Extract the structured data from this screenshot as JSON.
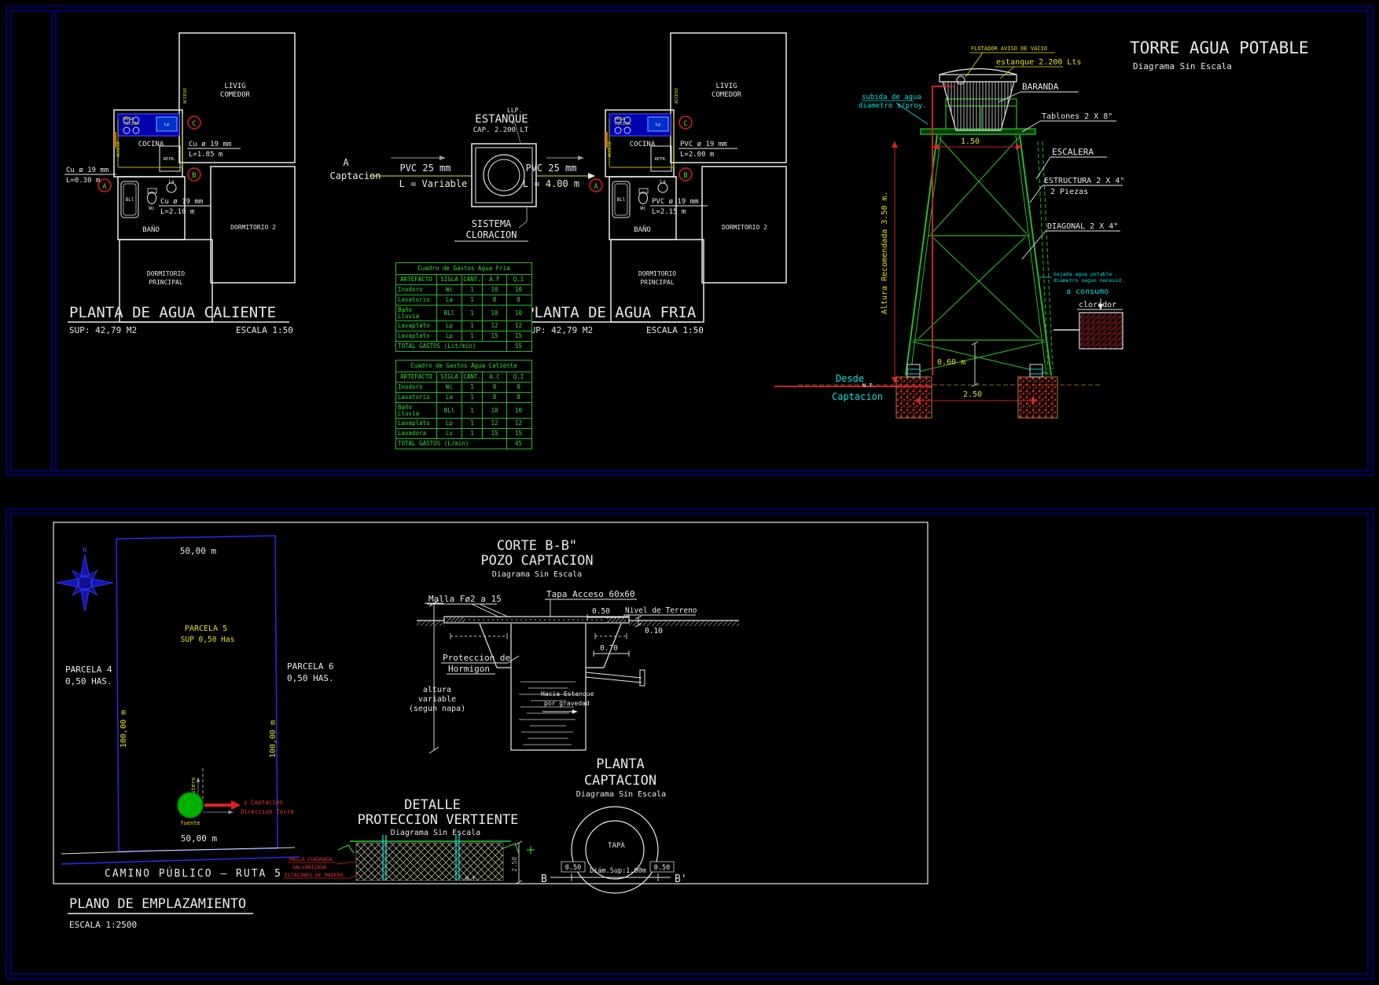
{
  "plans": {
    "caliente": {
      "title": "PLANTA DE AGUA CALIENTE",
      "sup": "SUP: 42,79 M2",
      "escala": "ESCALA 1:50",
      "rooms": {
        "living1": "LIVIG",
        "living2": "COMEDOR",
        "cocina": "COCINA",
        "bano": "BAÑO",
        "dormp1": "DORMITORIO",
        "dormp2": "PRINCIPAL",
        "dorm2": "DORMITORIO 2"
      },
      "fixtures": {
        "mesa": "MESA",
        "cocina": "COCINA",
        "refr": "REFR.",
        "wc": "Wc",
        "la": "La",
        "bll": "BLl",
        "lp": "Lp",
        "acceso": "ACCESO"
      },
      "pipes": {
        "c1": "Cu ø 19 mm",
        "c2": "L=1.85 m",
        "a1": "Cu ø 19 mm",
        "a2": "L=0.30 m",
        "b1": "Cu ø 19 mm",
        "b2": "L=2.10 m"
      },
      "nodes": {
        "a": "A",
        "b": "B",
        "c": "C"
      }
    },
    "fria": {
      "title": "PLANTA DE AGUA FRIA",
      "sup": "SUP: 42,79 M2",
      "escala": "ESCALA 1:50",
      "rooms": {
        "living1": "LIVIG",
        "living2": "COMEDOR",
        "cocina": "COCINA",
        "bano": "BAÑO",
        "dormp1": "DORMITORIO",
        "dormp2": "PRINCIPAL",
        "dorm2": "DORMITORIO 2"
      },
      "fixtures": {
        "mesa": "MESA",
        "cocina": "COCINA",
        "refr": "REFR.",
        "wc": "Wc",
        "la": "La",
        "bll": "BLl",
        "lp": "Lp",
        "acceso": "ACCESO"
      },
      "pipes": {
        "c1": "PVC ø 19 mm",
        "c2": "L=2.00 m",
        "b1": "PVC ø 19 mm",
        "b2": "L=2.15 m"
      },
      "nodes": {
        "a": "A",
        "b": "B",
        "c": "C"
      }
    }
  },
  "estanque": {
    "a": "A",
    "captacion": "Captacion",
    "pvc_l1": "PVC 25 mm",
    "pvc_l2": "L = Variable",
    "title": "ESTANQUE",
    "cap": "CAP. 2.200 LT",
    "llp": "LLP.",
    "pvc_r1": "PVC 25 mm",
    "pvc_r2": "L = 4.00 m",
    "sistema1": "SISTEMA",
    "sistema2": "CLORACION"
  },
  "tables": {
    "fria": {
      "title": "Cuadro de Gastos Agua Fria",
      "headers": [
        "ARTEFACTO",
        "SIGLA",
        "CANT.",
        "A.F",
        "Q.I"
      ],
      "rows": [
        [
          "Inodoro",
          "Wc",
          "1",
          "10",
          "10"
        ],
        [
          "Lavatorio",
          "La",
          "1",
          "8",
          "8"
        ],
        [
          "Baño Lluvia",
          "BLl",
          "1",
          "10",
          "10"
        ],
        [
          "Lavaplato",
          "Lp",
          "1",
          "12",
          "12"
        ],
        [
          "Lavaplato",
          "Lp",
          "1",
          "15",
          "15"
        ]
      ],
      "total_label": "TOTAL GASTOS (Lit/min)",
      "total": "55"
    },
    "caliente": {
      "title": "Cuadro de Gastos Agua Caliente",
      "headers": [
        "ARTEFACTO",
        "SIGLA",
        "CANT.",
        "A.C",
        "Q.I"
      ],
      "rows": [
        [
          "Inodoro",
          "Wc",
          "1",
          "0",
          "0"
        ],
        [
          "Lavatorio",
          "La",
          "1",
          "8",
          "8"
        ],
        [
          "Baño Lluvia",
          "BLl",
          "1",
          "10",
          "10"
        ],
        [
          "Lavaplato",
          "Lp",
          "1",
          "12",
          "12"
        ],
        [
          "Lavadora",
          "Lv",
          "1",
          "15",
          "15"
        ]
      ],
      "total_label": "TOTAL GASTOS (L/min)",
      "total": "45"
    }
  },
  "torre": {
    "title": "TORRE AGUA POTABLE",
    "subtitle": "Diagrama Sin Escala",
    "flotador": "FLOTADOR AVISO DE VACIO",
    "estanque": "estanque 2.200 Lts",
    "baranda": "BARANDA",
    "tablones": "Tablones 2 X 8\"",
    "escalera": "ESCALERA",
    "estructura1": "ESTRUCTURA 2 X 4\"",
    "estructura2": "2 Piezas",
    "diagonal": "DIAGONAL 2 X 4\"",
    "subida1": "subida de agua",
    "subida2": "diametro s/proy.",
    "bajada1": "bajada agua potable",
    "bajada2": "diametro segun necesid.",
    "altura": "Altura Recomendada 3.50 m.",
    "dim_150": "1.50",
    "dim_060": "0.60 m",
    "dim_250": "2.50",
    "desde": "Desde",
    "captacion": "Captacion",
    "nt": "N.T.",
    "a_consumo": "a consumo",
    "clorador": "clorador"
  },
  "pozo": {
    "t1": "CORTE B-B\"",
    "t2": "POZO CAPTACION",
    "t3": "Diagrama Sin Escala",
    "malla": "Malla Fø2 a 15",
    "tapa": "Tapa Acceso 60x60",
    "nivel": "Nivel de Terreno",
    "d050": "0.50",
    "d010": "0.10",
    "d070": "0.70",
    "proteccion1": "Proteccion de",
    "proteccion2": "Hormigon",
    "altura1": "altura",
    "altura2": "variable",
    "altura3": "(segun napa)",
    "hacia1": "Hacia Estanque",
    "hacia2": "por gravedad"
  },
  "planta_cap": {
    "t1": "PLANTA",
    "t2": "CAPTACION",
    "t3": "Diagrama Sin Escala",
    "tapa": "TAPA",
    "diam": "Diám.Sup:1,00m",
    "d050l": "0.50",
    "d050r": "0.50",
    "b": "B",
    "bp": "B'"
  },
  "detalle": {
    "t1": "DETALLE",
    "t2": "PROTECCION VERTIENTE",
    "t3": "Diagrama Sin Escala",
    "malla1": "MALLA CUADRADA",
    "malla2": "GALVANIZADA",
    "estacones": "ESTACONES DE MADERA",
    "nt": "N.T.",
    "dim": "2.50"
  },
  "sitio": {
    "n": "N",
    "top": "50,00 m",
    "bottom": "50,00 m",
    "left": "100,00 m",
    "right": "100,00 m",
    "p5a": "PARCELA 5",
    "p5b": "SUP 0,50 Has",
    "p4a": "PARCELA 4",
    "p4b": "0,50 HAS.",
    "p6a": "PARCELA 6",
    "p6b": "0,50 HAS.",
    "cap1": "y Captación",
    "cap2": "Direccion Torre",
    "fuente": "fuente",
    "estero": "estero",
    "camino": "CAMINO PÚBLICO – RUTA 5",
    "titulo": "PLANO DE EMPLAZAMIENTO",
    "escala": "ESCALA 1:2500"
  }
}
